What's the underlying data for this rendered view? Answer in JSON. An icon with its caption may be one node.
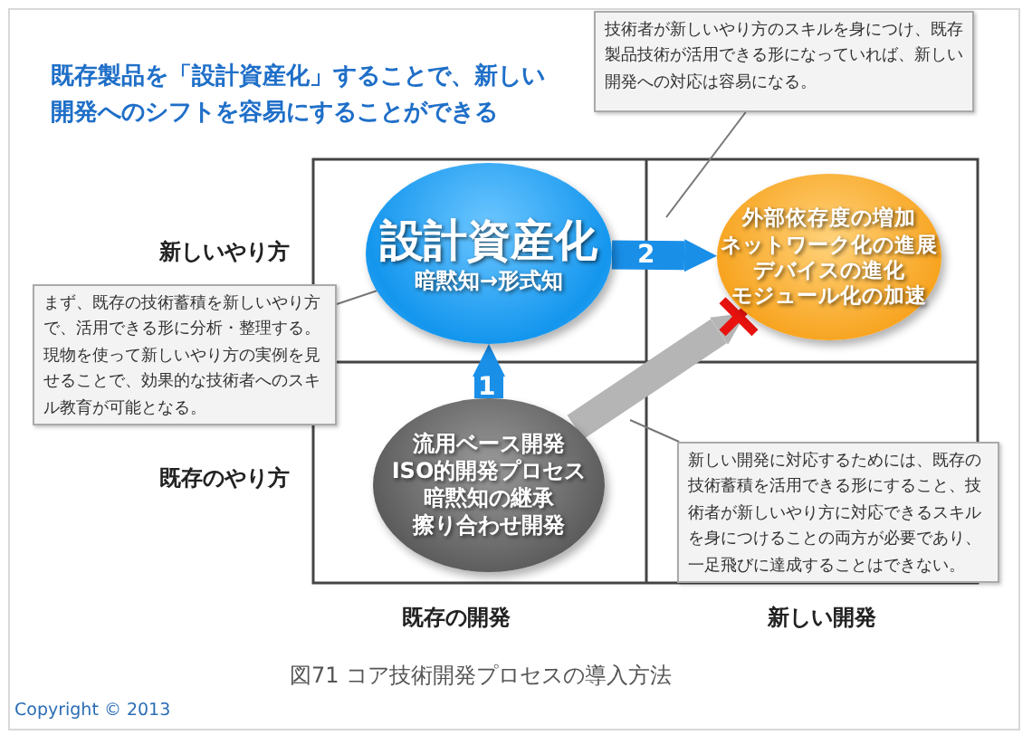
{
  "diagram": {
    "title": "既存製品を「設計資産化」することで、新しい開発へのシフトを容易にすることができる",
    "caption": "図71 コア技術開発プロセスの導入方法",
    "nodes": [
      {
        "text": [
          "流用ベース開発",
          "ISO的開発プロセス",
          "暗黙知の継承",
          "擦り合わせ開発"
        ]
      },
      {
        "text": [
          "設計資産化",
          "暗黙知→形式知"
        ]
      },
      {
        "text": [
          "外部依存度の増加",
          "ネットワーク化の進展",
          "デバイスの進化",
          "モジュール化の加速"
        ]
      },
      {
        "text": [
          "まず、既存の技術蓄積を新しいやり方で、活用できる形に分析・整理する。現物を使って新しいやり方の実例を見せることで、効果的な技術者へのスキル教育が可能となる。"
        ]
      },
      {
        "text": [
          "技術者が新しいやり方のスキルを身につけ、既存製品技術が活用できる形になっていれば、新しい開発への対応は容易になる。"
        ]
      },
      {
        "text": [
          "新しい開発に対応するためには、既存の技術蓄積を活用できる形にすること、技術者が新しいやり方に対応できるスキルを身につけることの両方が必要であり、一足飛びに達成することはできない。"
        ]
      }
    ],
    "edges": [
      {
        "from": 0,
        "to": 1,
        "arrow": "to",
        "label": "1",
        "style": "thick",
        "color": "#1a8fe8"
      },
      {
        "from": 1,
        "to": 2,
        "arrow": "to",
        "label": "2",
        "style": "thick",
        "color": "#1a8fe8"
      },
      {
        "from": 0,
        "to": 2,
        "arrow": "to",
        "style": "thick",
        "color": "#b5b5b5"
      },
      {
        "from": 3,
        "to": 1,
        "arrow": "none"
      },
      {
        "from": 4,
        "to": null,
        "arrow": "none"
      },
      {
        "from": 5,
        "to": null,
        "arrow": "none"
      }
    ],
    "labels": [
      "新しいやり方",
      "既存のやり方",
      "既存の開発",
      "新しい開発",
      "Copyright © 2013"
    ]
  }
}
